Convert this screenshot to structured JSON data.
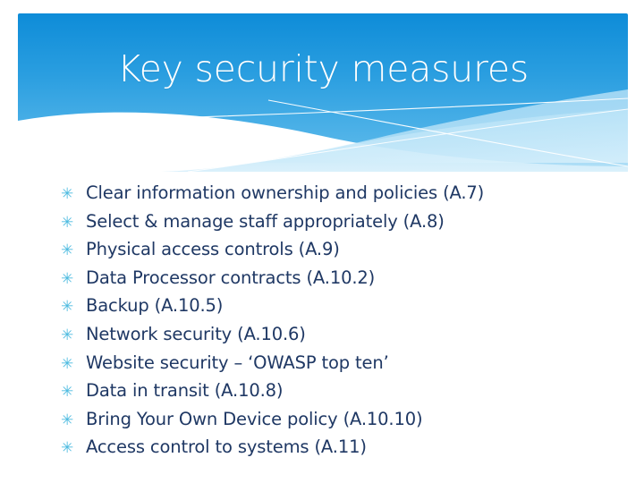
{
  "slide": {
    "title": "Key security measures",
    "bullet_glyph": "✳",
    "colors": {
      "banner_top": "#1a92dd",
      "banner_bottom": "#5bbaea",
      "title_text": "#ffffff",
      "body_text": "#1F3864",
      "bullet_marker": "#4EBBE0",
      "wave_line": "#ffffff",
      "background": "#ffffff"
    },
    "bullets": [
      {
        "text": "Clear information ownership and policies (A.7)"
      },
      {
        "text": "Select & manage staff appropriately (A.8)"
      },
      {
        "text": "Physical access controls (A.9)"
      },
      {
        "text": "Data Processor contracts (A.10.2)"
      },
      {
        "text": "Backup (A.10.5)"
      },
      {
        "text": "Network security (A.10.6)"
      },
      {
        "text": "Website security – ‘OWASP top ten’"
      },
      {
        "text": "Data in transit (A.10.8)"
      },
      {
        "text": "Bring Your Own Device policy (A.10.10)"
      },
      {
        "text": "Access control to systems (A.11)"
      }
    ]
  }
}
